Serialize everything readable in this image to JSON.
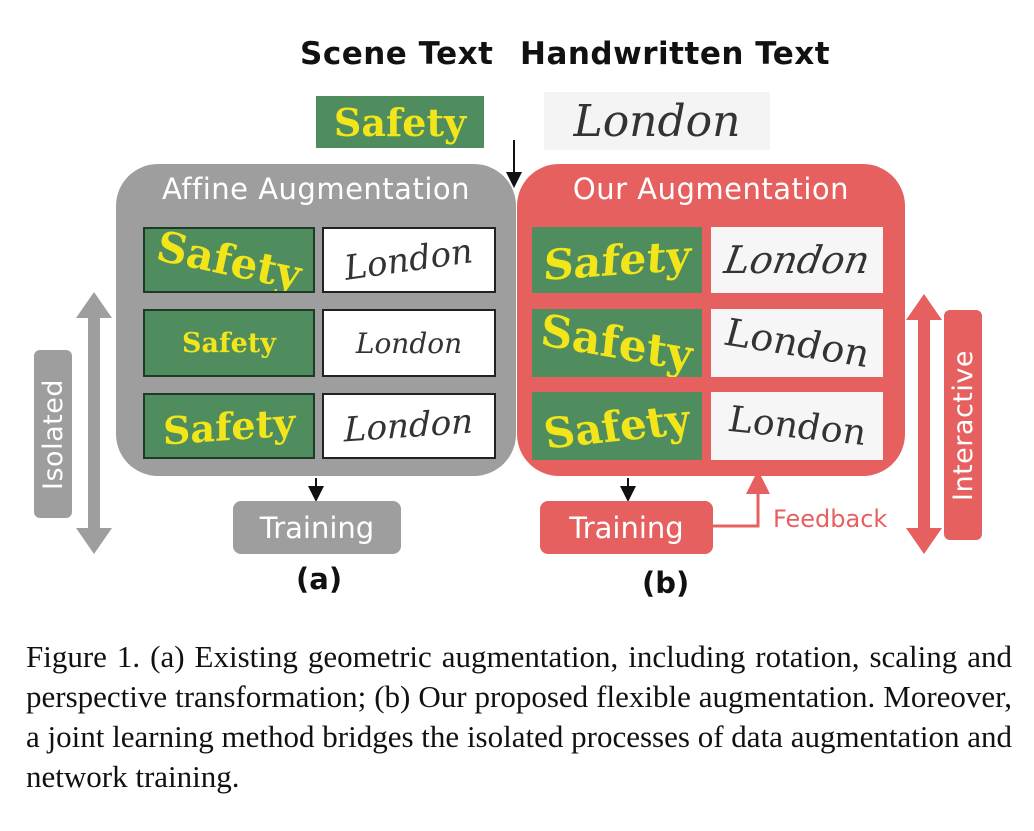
{
  "headers": {
    "scene": "Scene Text",
    "handwritten": "Handwritten Text"
  },
  "samples": {
    "scene_word": "Safety",
    "hand_word": "London"
  },
  "panel_a": {
    "title": "Affine Augmentation",
    "training": "Training",
    "side_label": "Isolated",
    "sub_label": "(a)"
  },
  "panel_b": {
    "title": "Our Augmentation",
    "training": "Training",
    "feedback": "Feedback",
    "side_label": "Interactive",
    "sub_label": "(b)"
  },
  "caption": "Figure 1. (a) Existing geometric augmentation, including rotation, scaling and perspective transformation; (b) Our proposed flexible augmentation. Moreover, a joint learning method bridges the isolated processes of data augmentation and network training.",
  "colors": {
    "gray_panel": "#9e9e9e",
    "red_panel": "#e76060",
    "green_tile": "#4f8d5e",
    "yellow_text": "#f2e61a"
  }
}
